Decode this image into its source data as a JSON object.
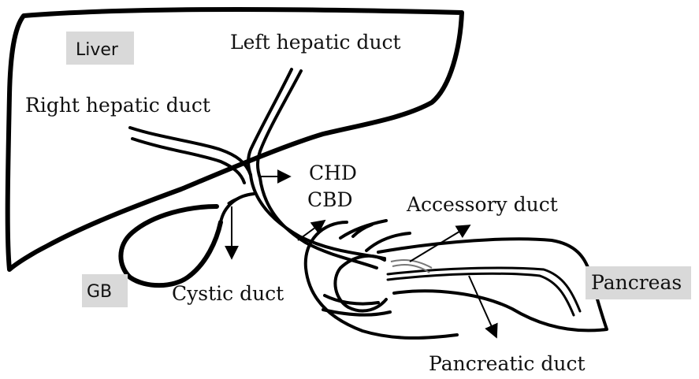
{
  "labels": {
    "liver": "Liver",
    "left_hepatic_duct": "Left hepatic duct",
    "right_hepatic_duct": "Right hepatic duct",
    "chd": "CHD",
    "cbd": "CBD",
    "accessory_duct": "Accessory duct",
    "gb": "GB",
    "cystic_duct": "Cystic duct",
    "pancreas": "Pancreas",
    "pancreatic_duct": "Pancreatic duct"
  },
  "colors": {
    "label_box": "#d9d9d9",
    "outline": "#000000"
  }
}
